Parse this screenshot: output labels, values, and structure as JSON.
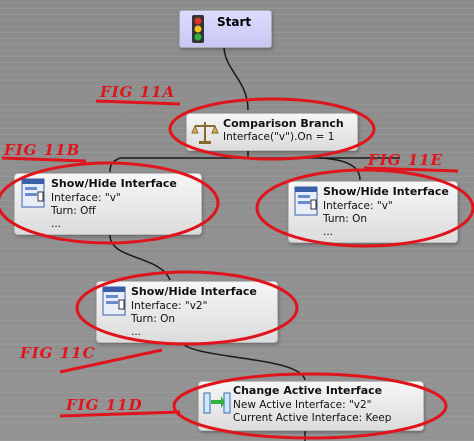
{
  "start": {
    "label": "Start"
  },
  "nodes": {
    "comparison_branch": {
      "title": "Comparison Branch",
      "line1": "Interface(\"v\").On = 1"
    },
    "show_hide_b": {
      "title": "Show/Hide Interface",
      "line1": "Interface: \"v\"",
      "line2": "Turn: Off",
      "line3": "..."
    },
    "show_hide_e": {
      "title": "Show/Hide Interface",
      "line1": "Interface: \"v\"",
      "line2": "Turn: On",
      "line3": "..."
    },
    "show_hide_c": {
      "title": "Show/Hide Interface",
      "line1": "Interface: \"v2\"",
      "line2": "Turn: On",
      "line3": "..."
    },
    "change_active": {
      "title": "Change Active Interface",
      "line1": "New Active Interface: \"v2\"",
      "line2": "Current Active Interface: Keep"
    }
  },
  "figure_labels": {
    "a": "FIG 11A",
    "b": "FIG 11B",
    "e": "FIG 11E",
    "c": "FIG 11C",
    "d": "FIG 11D"
  },
  "colors": {
    "annotation": "#e0141c",
    "wire": "#1a1a1a",
    "start_bg": "#d0d0fa"
  },
  "icons": {
    "start": "traffic-light-icon",
    "comparison": "balance-scale-icon",
    "show_hide": "interface-window-icon",
    "change_active": "swap-arrows-icon"
  }
}
